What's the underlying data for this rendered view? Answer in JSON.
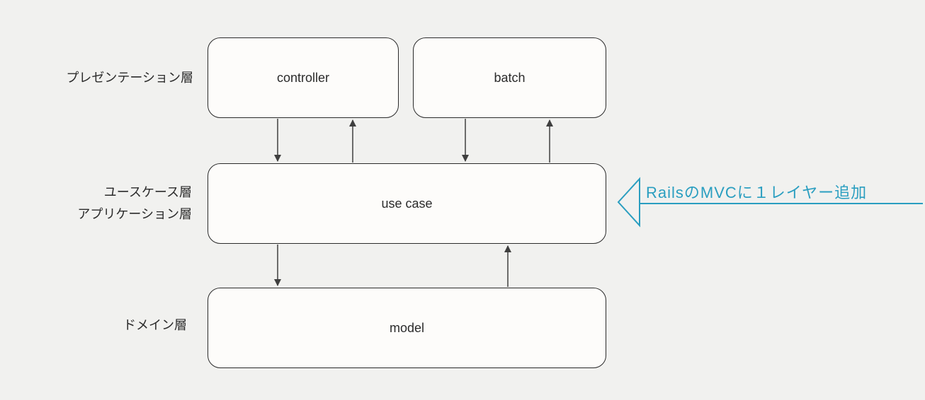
{
  "colors": {
    "background": "#f1f1ef",
    "node_fill": "#fdfcfa",
    "node_border": "#2b2b2b",
    "arrow": "#3f3f3f",
    "accent": "#2a9ec0",
    "text": "#2b2b2b"
  },
  "diagram": {
    "layer_labels": {
      "presentation": "プレゼンテーション層",
      "application_line1": "ユースケース層",
      "application_line2": "アプリケーション層",
      "domain": "ドメイン層"
    },
    "nodes": {
      "controller": "controller",
      "batch": "batch",
      "use_case": "use case",
      "model": "model"
    },
    "annotation": {
      "text": "RailsのMVCに１レイヤー追加",
      "icon": "left-callout-arrow"
    }
  }
}
